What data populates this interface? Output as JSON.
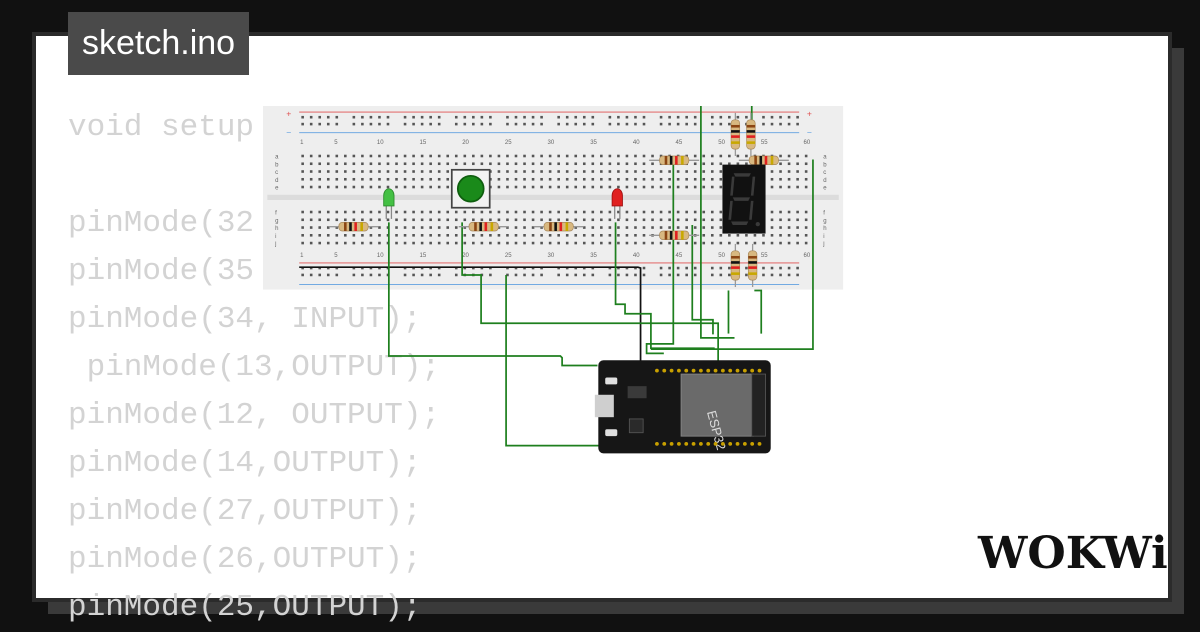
{
  "header": {
    "file_tab": "sketch.ino"
  },
  "code_lines": [
    "void setup",
    "",
    "pinMode(32",
    "pinMode(35",
    "pinMode(34, INPUT);",
    " pinMode(13,OUTPUT);",
    "pinMode(12, OUTPUT);",
    "pinMode(14,OUTPUT);",
    "pinMode(27,OUTPUT);",
    "pinMode(26,OUTPUT);",
    "pinMode(25,OUTPUT);"
  ],
  "breadboard": {
    "column_numbers": [
      "1",
      "5",
      "10",
      "15",
      "20",
      "25",
      "30",
      "35",
      "40",
      "45",
      "50",
      "55",
      "60"
    ],
    "row_letters_top": [
      "a",
      "b",
      "c",
      "d",
      "e"
    ],
    "row_letters_bottom": [
      "f",
      "g",
      "h",
      "i",
      "j"
    ],
    "plus_sign": "+",
    "minus_sign": "−"
  },
  "esp32": {
    "chip_label": "ESP32"
  },
  "brand": {
    "logo_text": "WOKWi"
  },
  "colors": {
    "background": "#111111",
    "card": "#ffffff",
    "tab": "#4a4a4a",
    "code_text": "#d3d3d3",
    "wire_green": "#1e7f1e",
    "wire_black": "#111111",
    "breadboard": "#eeeeee",
    "led_green": "#44c044",
    "led_red": "#e02020",
    "button_cap": "#1a8a1a"
  }
}
